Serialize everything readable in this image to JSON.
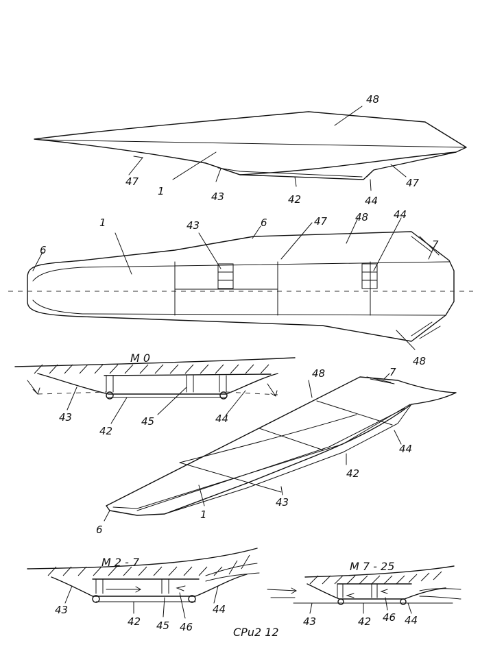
{
  "figure": {
    "side_view": {
      "labels": [
        "48",
        "47",
        "1",
        "43",
        "42",
        "44",
        "47"
      ]
    },
    "plan_view": {
      "labels": [
        "1",
        "43",
        "6",
        "47",
        "48",
        "44",
        "7",
        "6",
        "48"
      ]
    },
    "mode_m0": {
      "title": "M 0",
      "labels": [
        "43",
        "42",
        "45",
        "44"
      ]
    },
    "perspective_view": {
      "labels": [
        "48",
        "7",
        "44",
        "42",
        "43",
        "6",
        "1"
      ]
    },
    "mode_m2_7": {
      "title": "M 2 - 7",
      "labels": [
        "43",
        "42",
        "45",
        "46",
        "44"
      ]
    },
    "mode_m7_25": {
      "title": "M 7 - 25",
      "labels": [
        "43",
        "42",
        "46",
        "44"
      ]
    },
    "page_label": "CPu2 12"
  }
}
